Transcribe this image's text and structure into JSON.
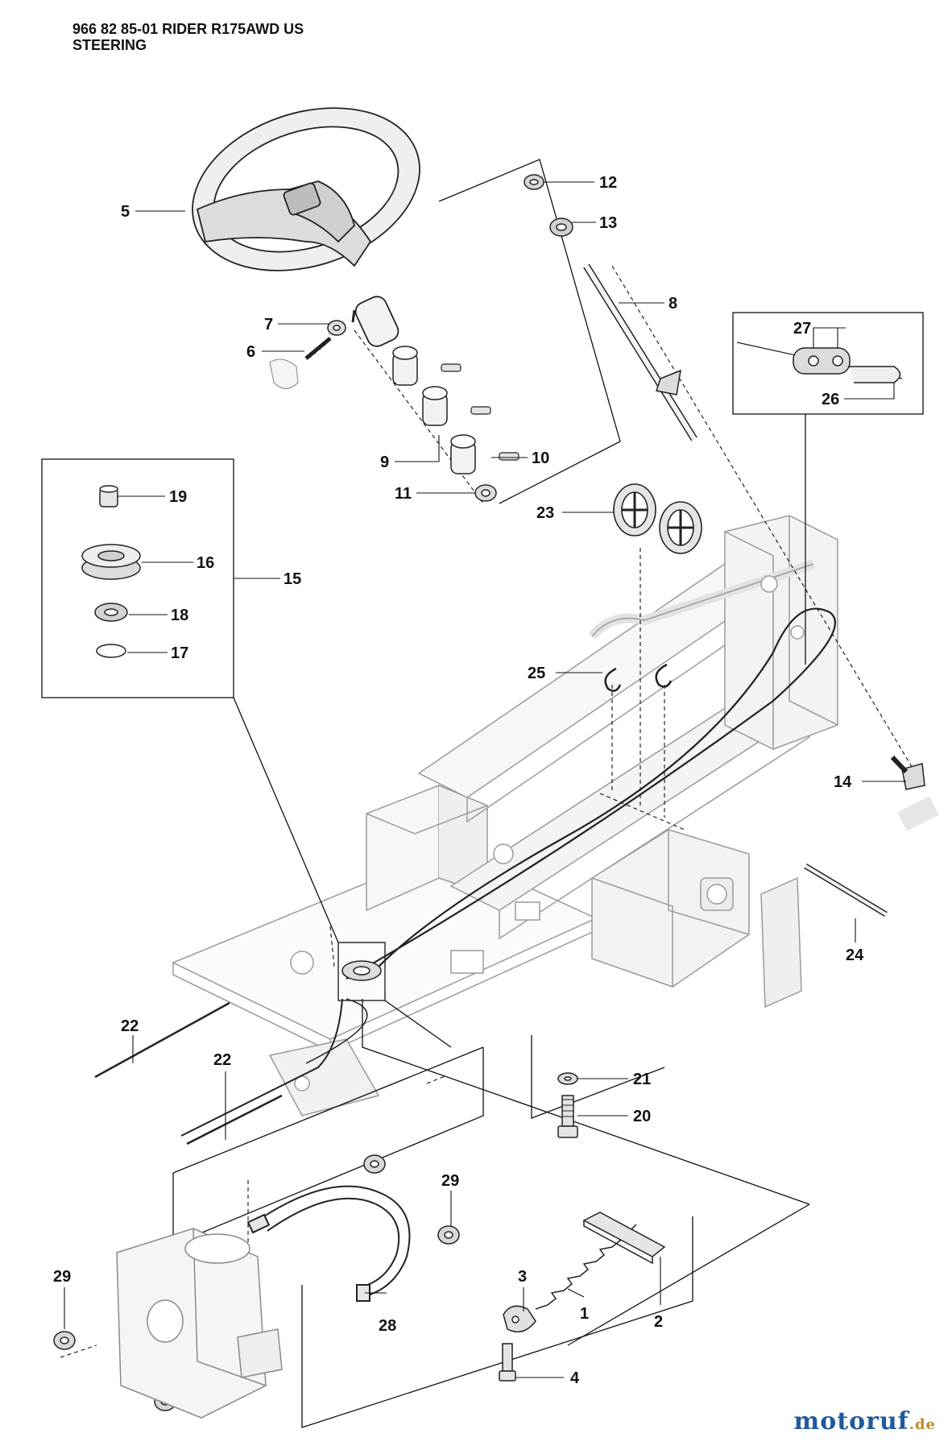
{
  "header": {
    "line1": "966 82 85-01 RIDER R175AWD US",
    "line2": "STEERING"
  },
  "watermark": {
    "main": "motoruf",
    "tld": ".de"
  },
  "callouts": [
    {
      "id": "5",
      "label": "5"
    },
    {
      "id": "7",
      "label": "7"
    },
    {
      "id": "6",
      "label": "6"
    },
    {
      "id": "12",
      "label": "12"
    },
    {
      "id": "13",
      "label": "13"
    },
    {
      "id": "8",
      "label": "8"
    },
    {
      "id": "27",
      "label": "27"
    },
    {
      "id": "26",
      "label": "26"
    },
    {
      "id": "9",
      "label": "9"
    },
    {
      "id": "10",
      "label": "10"
    },
    {
      "id": "11",
      "label": "11"
    },
    {
      "id": "19",
      "label": "19"
    },
    {
      "id": "16",
      "label": "16"
    },
    {
      "id": "15",
      "label": "15"
    },
    {
      "id": "18",
      "label": "18"
    },
    {
      "id": "17",
      "label": "17"
    },
    {
      "id": "23",
      "label": "23"
    },
    {
      "id": "25",
      "label": "25"
    },
    {
      "id": "14",
      "label": "14"
    },
    {
      "id": "24",
      "label": "24"
    },
    {
      "id": "22a",
      "label": "22"
    },
    {
      "id": "22b",
      "label": "22"
    },
    {
      "id": "21",
      "label": "21"
    },
    {
      "id": "20",
      "label": "20"
    },
    {
      "id": "29a",
      "label": "29"
    },
    {
      "id": "29b",
      "label": "29"
    },
    {
      "id": "3",
      "label": "3"
    },
    {
      "id": "28",
      "label": "28"
    },
    {
      "id": "1",
      "label": "1"
    },
    {
      "id": "2",
      "label": "2"
    },
    {
      "id": "4",
      "label": "4"
    }
  ],
  "colors": {
    "ink": "#111111",
    "part_line": "#333333",
    "phantom": "#9a9a9a",
    "fill_light": "#f2f2f2",
    "fill_mid": "#d8d8d8",
    "watermark_main": "#1f5a9c",
    "watermark_tld": "#c08a2b"
  }
}
